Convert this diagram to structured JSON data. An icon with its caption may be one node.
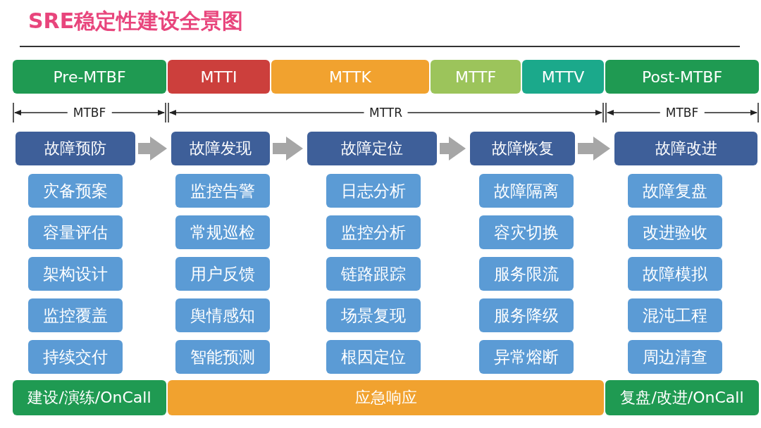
{
  "diagram": {
    "title": "SRE稳定性建设全景图",
    "nodes": [
      {
        "text": [
          "Pre-MTBF"
        ]
      },
      {
        "text": [
          "MTTI"
        ]
      },
      {
        "text": [
          "MTTK"
        ]
      },
      {
        "text": [
          "MTTF"
        ]
      },
      {
        "text": [
          "MTTV"
        ]
      },
      {
        "text": [
          "Post-MTBF"
        ]
      },
      {
        "text": [
          "故障预防"
        ]
      },
      {
        "text": [
          "故障发现"
        ]
      },
      {
        "text": [
          "故障定位"
        ]
      },
      {
        "text": [
          "故障恢复"
        ]
      },
      {
        "text": [
          "故障改进"
        ]
      },
      {
        "text": [
          "灾备预案"
        ]
      },
      {
        "text": [
          "监控告警"
        ]
      },
      {
        "text": [
          "日志分析"
        ]
      },
      {
        "text": [
          "故障隔离"
        ]
      },
      {
        "text": [
          "故障复盘"
        ]
      },
      {
        "text": [
          "容量评估"
        ]
      },
      {
        "text": [
          "常规巡检"
        ]
      },
      {
        "text": [
          "监控分析"
        ]
      },
      {
        "text": [
          "容灾切换"
        ]
      },
      {
        "text": [
          "改进验收"
        ]
      },
      {
        "text": [
          "架构设计"
        ]
      },
      {
        "text": [
          "用户反馈"
        ]
      },
      {
        "text": [
          "链路跟踪"
        ]
      },
      {
        "text": [
          "服务限流"
        ]
      },
      {
        "text": [
          "故障模拟"
        ]
      },
      {
        "text": [
          "监控覆盖"
        ]
      },
      {
        "text": [
          "舆情感知"
        ]
      },
      {
        "text": [
          "场景复现"
        ]
      },
      {
        "text": [
          "服务降级"
        ]
      },
      {
        "text": [
          "混沌工程"
        ]
      },
      {
        "text": [
          "持续交付"
        ]
      },
      {
        "text": [
          "智能预测"
        ]
      },
      {
        "text": [
          "根因定位"
        ]
      },
      {
        "text": [
          "异常熔断"
        ]
      },
      {
        "text": [
          "周边清查"
        ]
      },
      {
        "text": [
          "建设/演练/OnCall"
        ]
      },
      {
        "text": [
          "应急响应"
        ]
      },
      {
        "text": [
          "复盘/改进/OnCall"
        ]
      }
    ],
    "edges": [
      {
        "from": 6,
        "to": 7,
        "arrow": "to"
      },
      {
        "from": 7,
        "to": 8,
        "arrow": "to"
      },
      {
        "from": 8,
        "to": 9,
        "arrow": "to"
      },
      {
        "from": 9,
        "to": 10,
        "arrow": "to"
      }
    ],
    "labels": [
      "MTBF",
      "MTTR",
      "MTBF"
    ]
  }
}
